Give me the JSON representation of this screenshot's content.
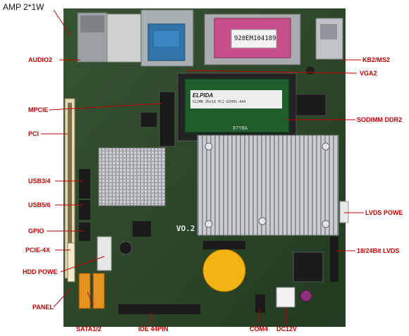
{
  "title": "AMP 2*1W",
  "colors": {
    "board": "#2f4a2c",
    "board_dark": "#1f331e",
    "label": "#c00000",
    "leader": "#c00000"
  },
  "labels": {
    "audio2": "AUDIO2",
    "mpcie": "MPCIE",
    "pci": "PCI",
    "usb34": "USB3/4",
    "usb56": "USB5/6",
    "gpio": "GPIO",
    "pcie4x": "PCIE-4X",
    "hdd_power": "HDD POWE",
    "panel": "PANEL",
    "sata12": "SATA1/2",
    "ide44": "IDE 44PIN",
    "com4": "COM4",
    "dc12v": "DC12V",
    "lvds_power": "LVDS POWE",
    "lvds_1824": "18/24Bit LVDS",
    "sodimm": "SODIMM DDR2",
    "vga2": "VGA2",
    "kb2ms2": "KB2/MS2"
  },
  "silkscreen": {
    "serial_sticker": "928EM104189",
    "ram_brand": "ELPIDA",
    "ram_part": "512MB 2Rx16 PC2-6200S-444",
    "ram_code": "87YBA",
    "board_version": "VO.2"
  }
}
